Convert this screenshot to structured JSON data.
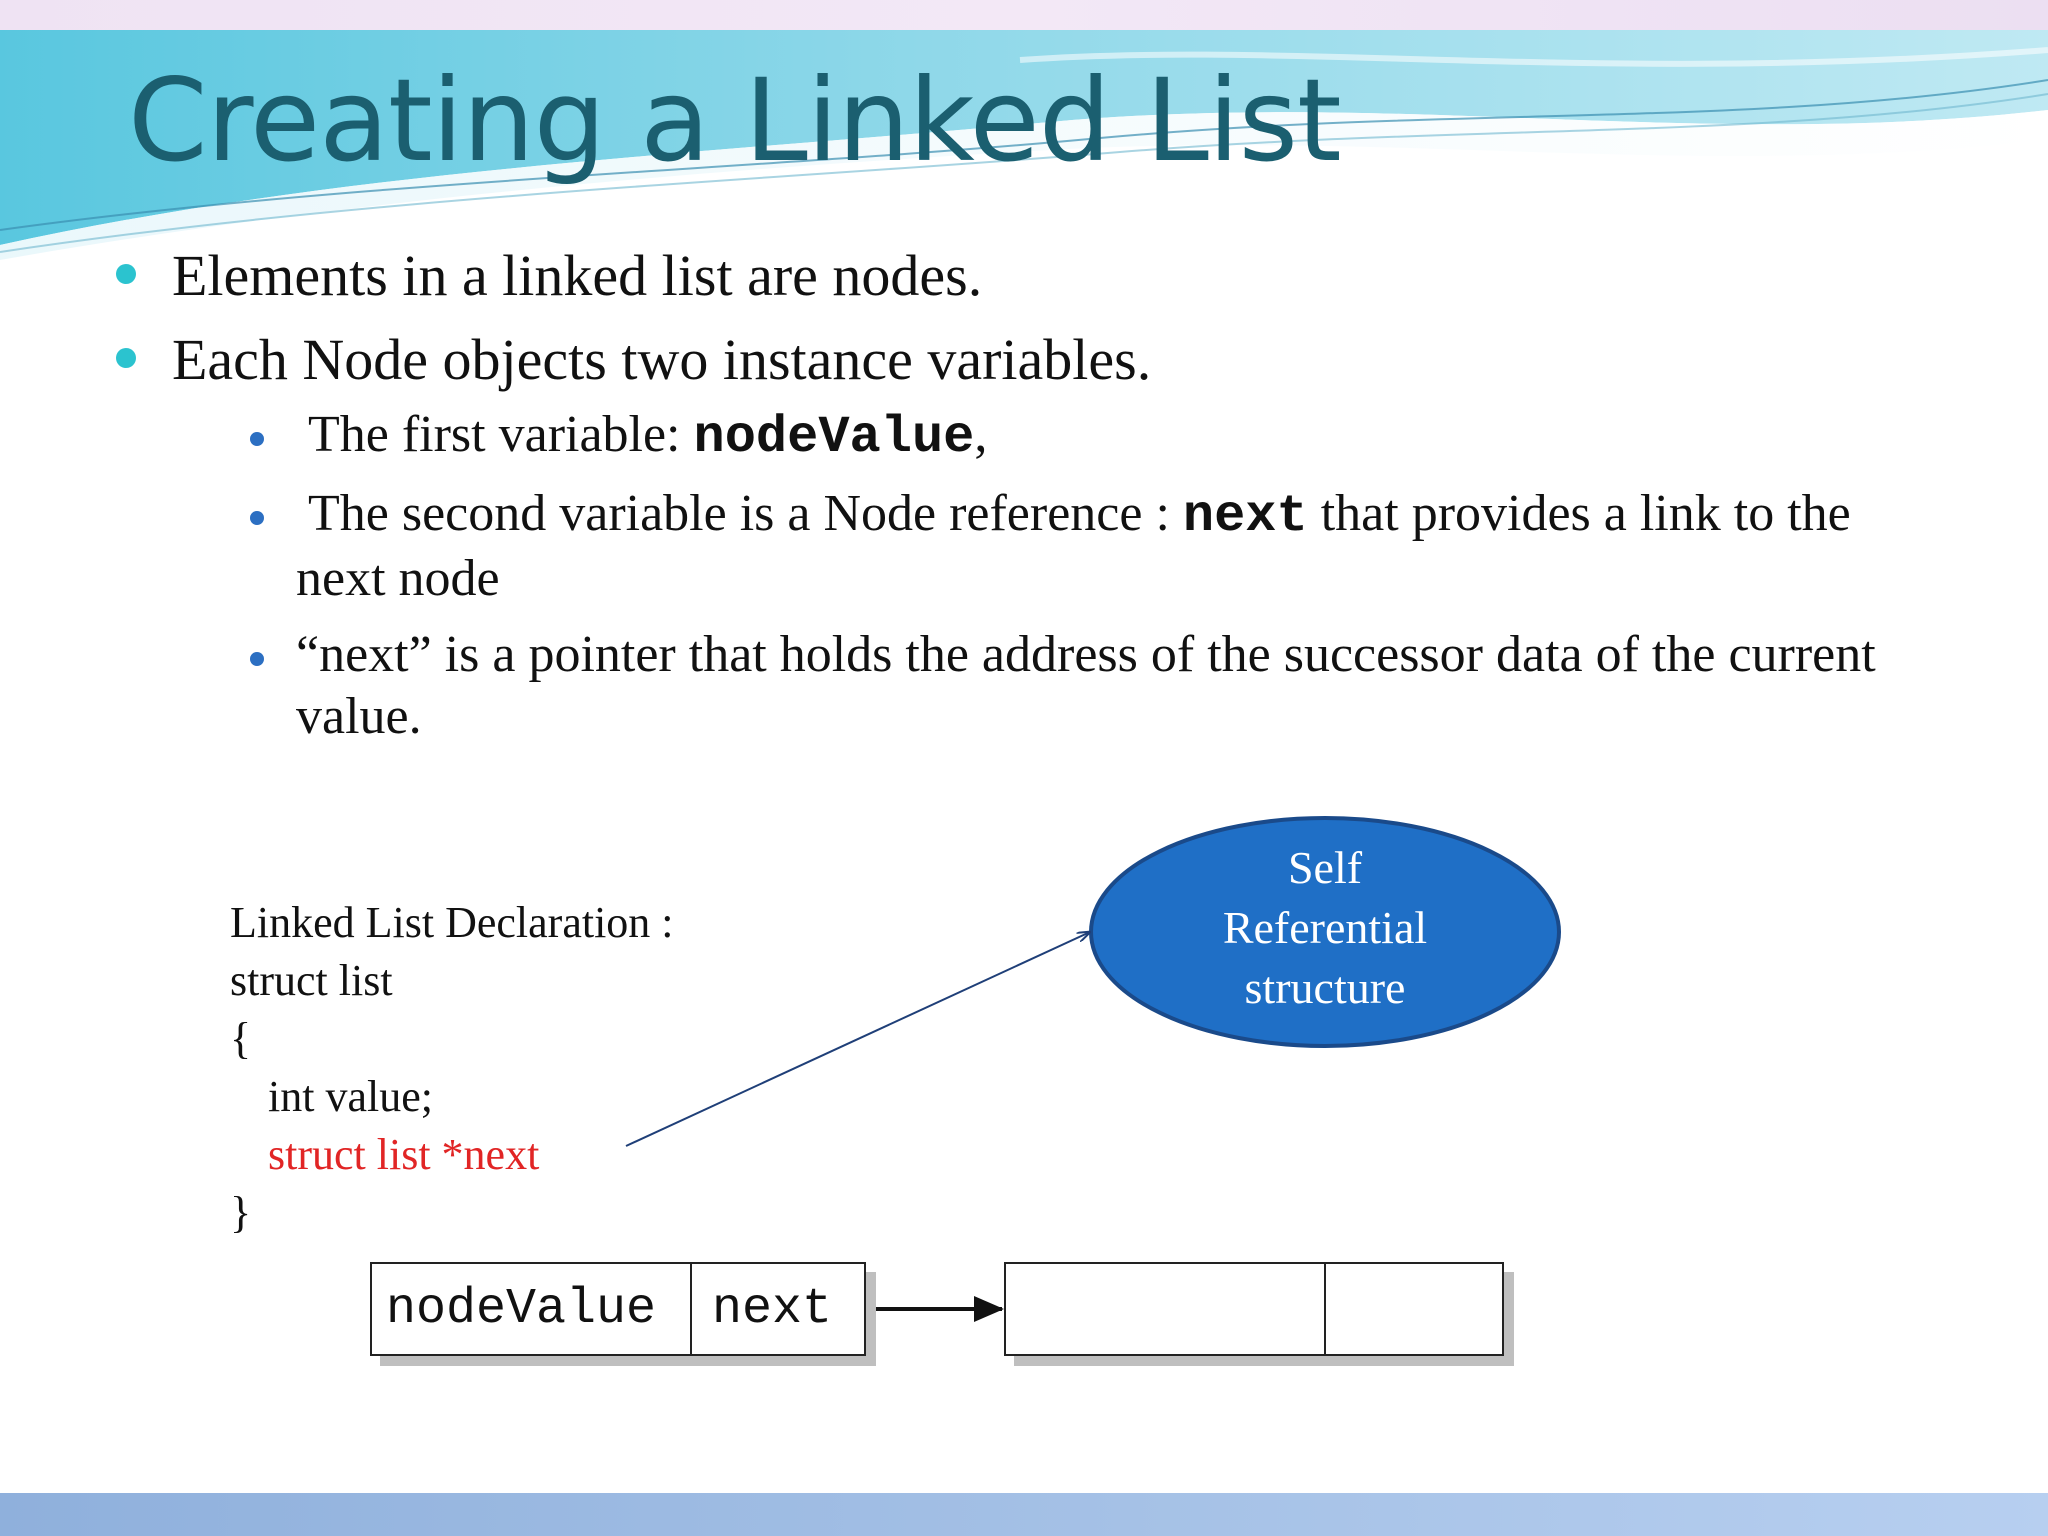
{
  "slide": {
    "title": "Creating a Linked List",
    "bullets": [
      "Elements in a linked list are nodes.",
      "Each Node objects two instance variables."
    ],
    "sub_bullets": {
      "first": {
        "text": "The first variable:  ",
        "code": "nodeValue",
        "suffix": ","
      },
      "second": {
        "text": "The second variable is a Node reference : ",
        "code": "next",
        "suffix": " that provides a link to the next node"
      },
      "third": {
        "text": "“next” is a pointer that holds the address of the successor data of the current value."
      }
    },
    "code": {
      "line1": "Linked List Declaration :",
      "line2": "struct list",
      "line3": "{",
      "line4": "int value;",
      "line5": "struct list *next",
      "line6": "}"
    },
    "callout": {
      "line1": "Self",
      "line2": "Referential",
      "line3": "structure"
    },
    "node": {
      "field1": "nodeValue",
      "field2": "next"
    }
  },
  "colors": {
    "title": "#1b5f70",
    "bullet_level1": "#2bc3cf",
    "bullet_level2": "#2c6fc2",
    "code_highlight": "#e12525",
    "callout_fill": "#1f6fc6",
    "callout_border": "#1a4a8a"
  }
}
